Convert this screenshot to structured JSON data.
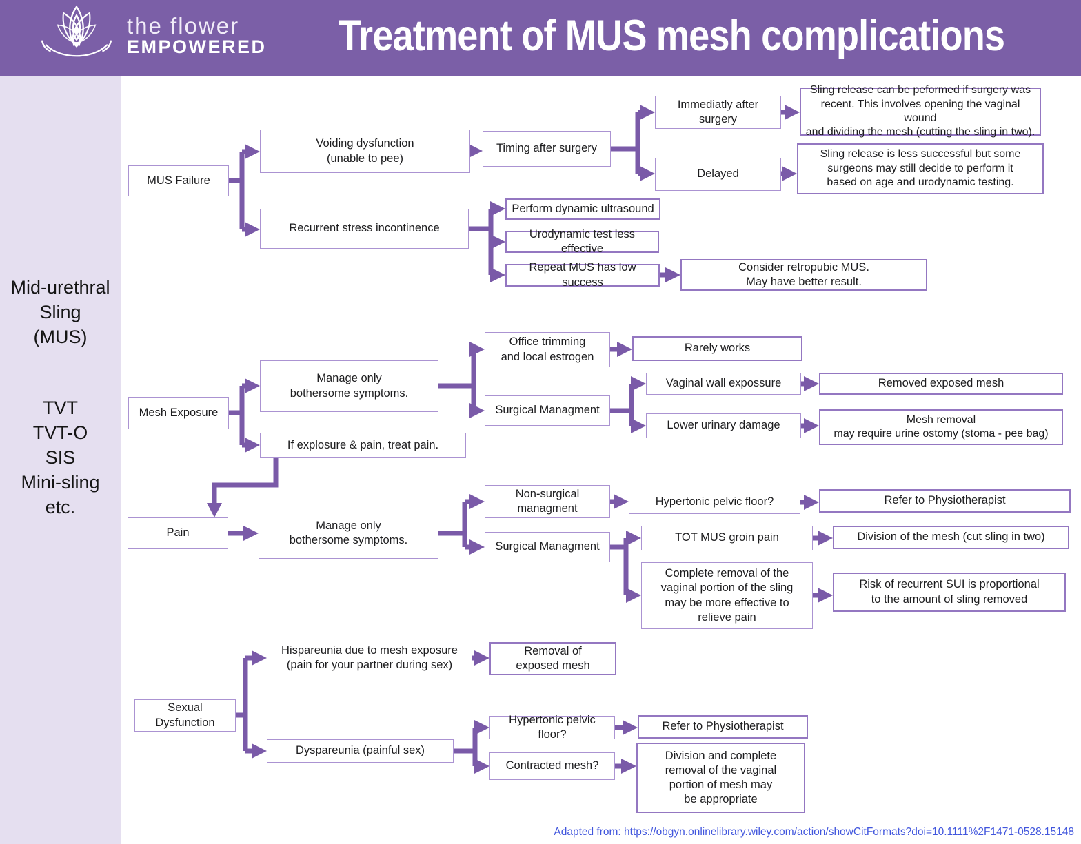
{
  "header": {
    "logo": {
      "line1": "the flower",
      "line2": "EMPOWERED"
    },
    "title": "Treatment of MUS mesh complications"
  },
  "sidebar": {
    "group1": "Mid-urethral\nSling\n(MUS)",
    "group2": "TVT\nTVT-O\nSIS\nMini-sling\netc."
  },
  "nodes": {
    "mus_failure": "MUS Failure",
    "voiding": "Voiding dysfunction\n(unable to pee)",
    "timing": "Timing after surgery",
    "immediately": "Immediatly after\nsurgery",
    "sling_release_recent": "Sling release can be peformed if surgery was\nrecent. This involves opening the vaginal wound\nand dividing the mesh (cutting the sling in two).",
    "delayed": "Delayed",
    "sling_release_delayed": "Sling release is less successful but some\nsurgeons may still decide to perform it\nbased on age and urodynamic testing.",
    "recurrent": "Recurrent stress incontinence",
    "perform_ultrasound": "Perform dynamic ultrasound",
    "urodynamic_test": "Urodynamic test less effective",
    "repeat_mus": "Repeat MUS has low success",
    "consider_retropubic": "Consider retropubic MUS.\nMay have better result.",
    "mesh_exposure": "Mesh Exposure",
    "manage_only": "Manage only\nbothersome symptoms.",
    "if_exposure": "If explosure & pain, treat pain.",
    "office_trimming": "Office trimming\nand local estrogen",
    "rarely_works": "Rarely works",
    "surgical_managment": "Surgical Managment",
    "vaginal_wall": "Vaginal wall expossure",
    "removed_exposed": "Removed exposed mesh",
    "lower_urinary": "Lower urinary damage",
    "mesh_removal": "Mesh removal\nmay require urine ostomy (stoma - pee bag)",
    "pain": "Pain",
    "non_surgical": "Non-surgical\nmanagment",
    "hypertonic": "Hypertonic pelvic floor?",
    "refer_physio": "Refer to Physiotherapist",
    "tot_groin": "TOT MUS groin pain",
    "division_mesh": "Division of the mesh (cut sling in two)",
    "complete_removal": "Complete removal of the\nvaginal portion of the sling\nmay be more effective to\nrelieve pain",
    "risk_sui": "Risk of recurrent SUI is proportional\nto the amount of sling removed",
    "sexual_dysfunction": "Sexual Dysfunction",
    "hispareunia": "Hispareunia due to mesh exposure\n(pain for your partner during sex)",
    "removal_exposed": "Removal of\nexposed mesh",
    "dyspareunia": "Dyspareunia (painful sex)",
    "contracted": "Contracted mesh?",
    "division_removal": "Division and complete\nremoval of the vaginal\nportion of mesh may\nbe appropriate"
  },
  "footer": {
    "citation": "Adapted from: https://obgyn.onlinelibrary.wiley.com/action/showCitFormats?doi=10.1111%2F1471-0528.15148"
  },
  "colors": {
    "header_bg": "#7b5fa7",
    "sidebar_bg": "#e5dff0",
    "box_border": "#ab93d2",
    "arrow": "#7a5aa8",
    "citation_text": "#4156dd"
  }
}
